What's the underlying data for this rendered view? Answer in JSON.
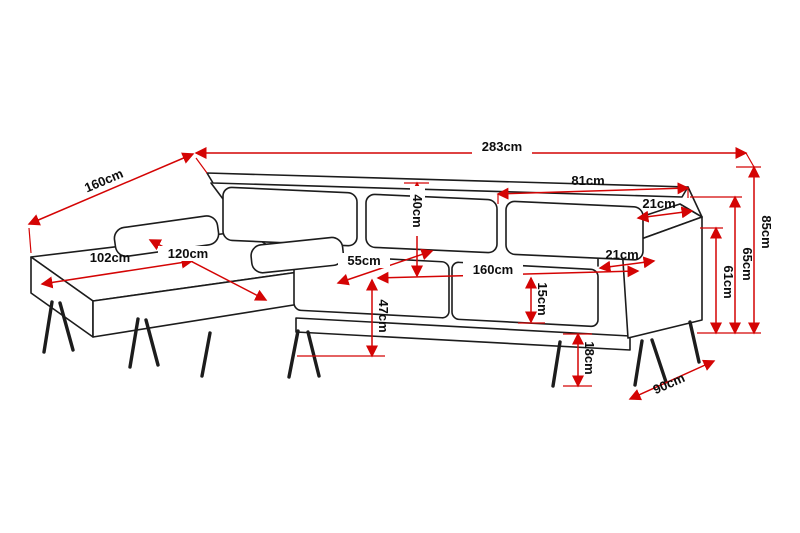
{
  "diagram": {
    "unit": "cm",
    "colors": {
      "dimension_line": "#d40404",
      "outline": "#1c1c1c",
      "label_text": "#0d0d0d",
      "background": "#ffffff"
    },
    "dimensions": {
      "overall_width": "283cm",
      "chaise_length": "160cm",
      "back_cushion_width": "81cm",
      "back_top_depth": "21cm",
      "total_height": "85cm",
      "back_height": "65cm",
      "arm_height": "61cm",
      "chaise_seat_width": "102cm",
      "chaise_seat_length": "120cm",
      "seat_depth": "55cm",
      "back_cushion_height": "40cm",
      "inner_seat_width": "160cm",
      "arm_width": "21cm",
      "seat_cushion_thickness": "15cm",
      "seat_height": "47cm",
      "leg_height": "18cm",
      "total_depth": "90cm"
    }
  }
}
